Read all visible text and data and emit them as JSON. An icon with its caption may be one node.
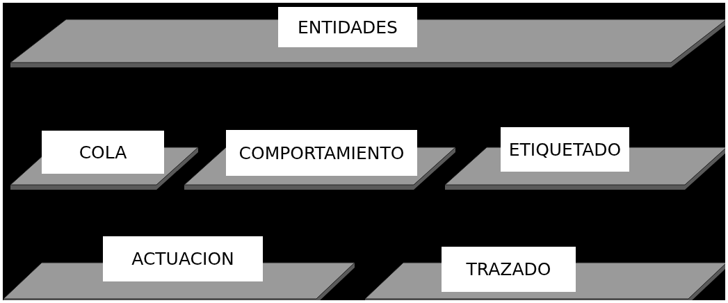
{
  "diagram": {
    "nodes": [
      {
        "text": [
          "ENTIDADES"
        ]
      },
      {
        "text": [
          "COLA"
        ]
      },
      {
        "text": [
          "COMPORTAMIENTO"
        ]
      },
      {
        "text": [
          "ETIQUETADO"
        ]
      },
      {
        "text": [
          "ACTUACION"
        ]
      },
      {
        "text": [
          "TRAZADO"
        ]
      }
    ]
  }
}
